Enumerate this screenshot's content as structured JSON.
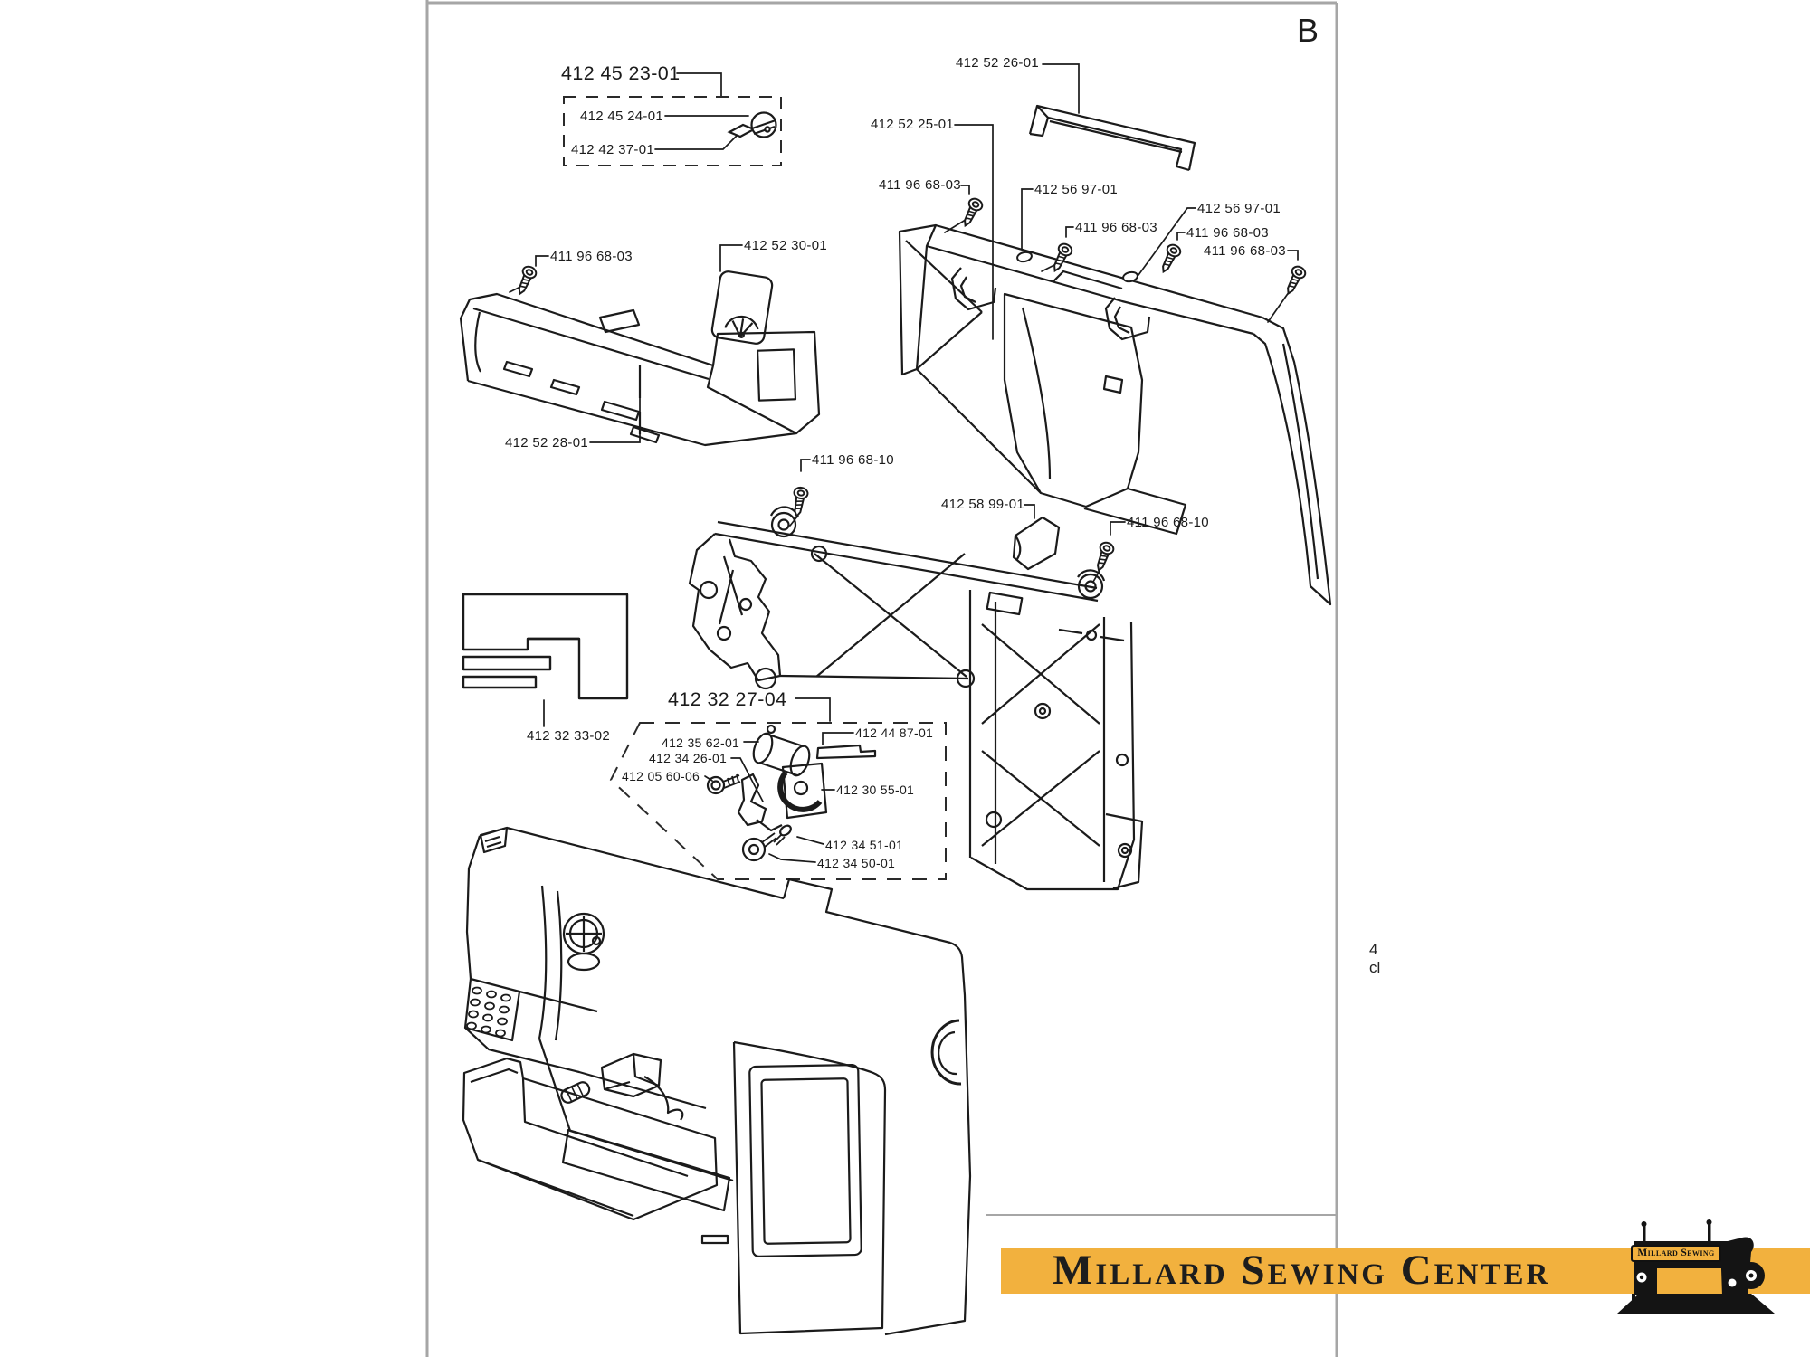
{
  "page": {
    "section_letter": "B",
    "margin_note": {
      "line1": "4",
      "line2": "cl"
    }
  },
  "banner": {
    "title": "Millard Sewing Center",
    "badge": "Millard Sewing",
    "colors": {
      "bar": "#F2B13E",
      "text": "#1D1D1D",
      "ink": "#1B1B1B",
      "frame": "#A6A6A6"
    }
  },
  "icons": {
    "screw-icon": "pan-head screw glyph (svg)",
    "oval-cap-icon": "oval washer glyph (svg)",
    "sewing-machine-logo-icon": "black sewing machine silhouette (svg)",
    "sewing-machine-outline-icon": "schematic machine side view (svg)"
  },
  "diagram": {
    "labels": [
      {
        "id": "h-412452301",
        "text": "412 45 23-01"
      },
      {
        "id": "l-412452401",
        "text": "412 45 24-01"
      },
      {
        "id": "l-412423701",
        "text": "412 42 37-01"
      },
      {
        "id": "l-412522601",
        "text": "412 52 26-01"
      },
      {
        "id": "l-412522501",
        "text": "412 52 25-01"
      },
      {
        "id": "l-411966803a",
        "text": "411 96 68-03"
      },
      {
        "id": "l-412569701a",
        "text": "412 56 97-01"
      },
      {
        "id": "l-411966803b",
        "text": "411 96 68-03"
      },
      {
        "id": "l-412569701b",
        "text": "412 56 97-01"
      },
      {
        "id": "l-411966803c",
        "text": "411 96 68-03"
      },
      {
        "id": "l-411966803d",
        "text": "411 96 68-03"
      },
      {
        "id": "l-411966803e",
        "text": "411 96 68-03"
      },
      {
        "id": "l-412523001",
        "text": "412 52 30-01"
      },
      {
        "id": "l-412522801",
        "text": "412 52 28-01"
      },
      {
        "id": "l-411966810a",
        "text": "411 96 68-10"
      },
      {
        "id": "l-412589901",
        "text": "412 58 99-01"
      },
      {
        "id": "l-411966810b",
        "text": "411 96 68-10"
      },
      {
        "id": "l-412323302",
        "text": "412 32 33-02"
      },
      {
        "id": "h-412322704",
        "text": "412 32 27-04"
      },
      {
        "id": "l-412356201",
        "text": "412 35 62-01"
      },
      {
        "id": "l-412342601",
        "text": "412 34 26-01"
      },
      {
        "id": "l-412056006",
        "text": "412 05 60-06"
      },
      {
        "id": "l-412448701",
        "text": "412 44 87-01"
      },
      {
        "id": "l-412305501",
        "text": "412 30 55-01"
      },
      {
        "id": "l-412345101",
        "text": "412 34 51-01"
      },
      {
        "id": "l-412345001",
        "text": "412 34 50-01"
      }
    ]
  }
}
